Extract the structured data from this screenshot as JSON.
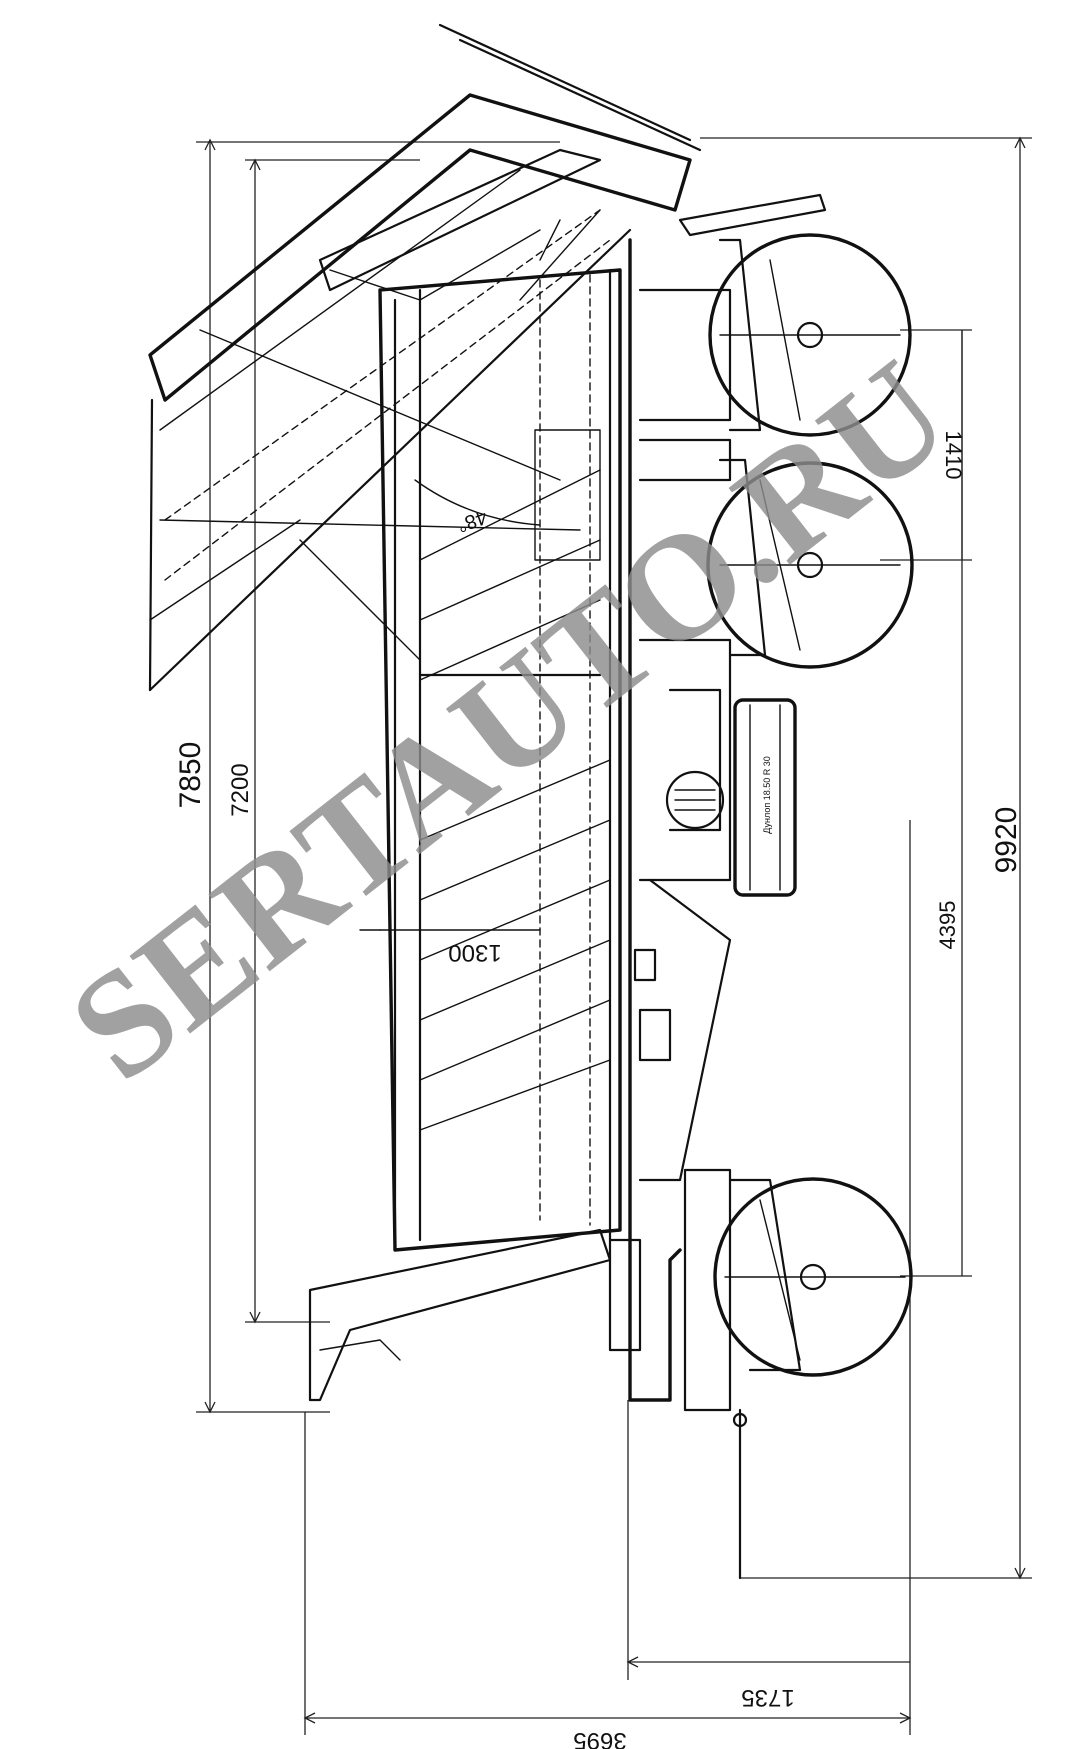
{
  "dimensions": {
    "total_height_outer": "7850",
    "total_height_inner": "7200",
    "overall_length": "9920",
    "wheelbase": "4395",
    "axle_spacing": "1410",
    "body_width": "1300",
    "base_width": "1735",
    "overall_width": "3695"
  },
  "angle_label": "48°",
  "spare_tire_label": "Дунлоп 18.50 R 30",
  "watermark": "SERTAUTO.RU",
  "colors": {
    "line": "#111111",
    "watermark": "#8c8c8c",
    "background": "#ffffff"
  }
}
